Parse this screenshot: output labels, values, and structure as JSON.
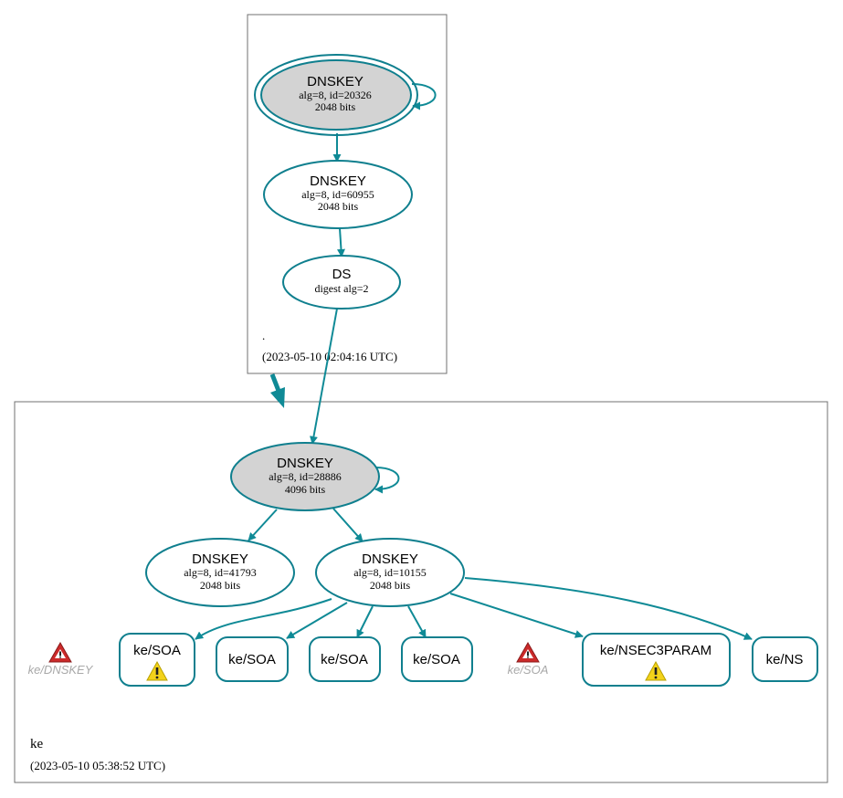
{
  "colors": {
    "edge": "#0f8a96",
    "node_stroke": "#0f7f8e",
    "ksk_fill": "#d3d3d3",
    "zone_border": "#707070",
    "warning_red": "#cc2a2a",
    "warning_yellow": "#f3d21a",
    "muted_label": "#a8a8a8"
  },
  "root_zone": {
    "name": ".",
    "timestamp": "(2023-05-10 02:04:16 UTC)",
    "ksk": {
      "title": "DNSKEY",
      "line1": "alg=8, id=20326",
      "line2": "2048 bits"
    },
    "zsk": {
      "title": "DNSKEY",
      "line1": "alg=8, id=60955",
      "line2": "2048 bits"
    },
    "ds": {
      "title": "DS",
      "line1": "digest alg=2"
    }
  },
  "ke_zone": {
    "name": "ke",
    "timestamp": "(2023-05-10 05:38:52 UTC)",
    "ksk": {
      "title": "DNSKEY",
      "line1": "alg=8, id=28886",
      "line2": "4096 bits"
    },
    "key_41793": {
      "title": "DNSKEY",
      "line1": "alg=8, id=41793",
      "line2": "2048 bits"
    },
    "key_10155": {
      "title": "DNSKEY",
      "line1": "alg=8, id=10155",
      "line2": "2048 bits"
    },
    "rrsets": [
      {
        "label": "ke/SOA",
        "warning": true
      },
      {
        "label": "ke/SOA",
        "warning": false
      },
      {
        "label": "ke/SOA",
        "warning": false
      },
      {
        "label": "ke/SOA",
        "warning": false
      },
      {
        "label": "ke/NSEC3PARAM",
        "warning": true
      },
      {
        "label": "ke/NS",
        "warning": false
      }
    ],
    "error_dnskey": {
      "label": "ke/DNSKEY",
      "icon": "error-triangle-icon"
    },
    "error_soa": {
      "label": "ke/SOA",
      "icon": "error-triangle-icon"
    }
  }
}
